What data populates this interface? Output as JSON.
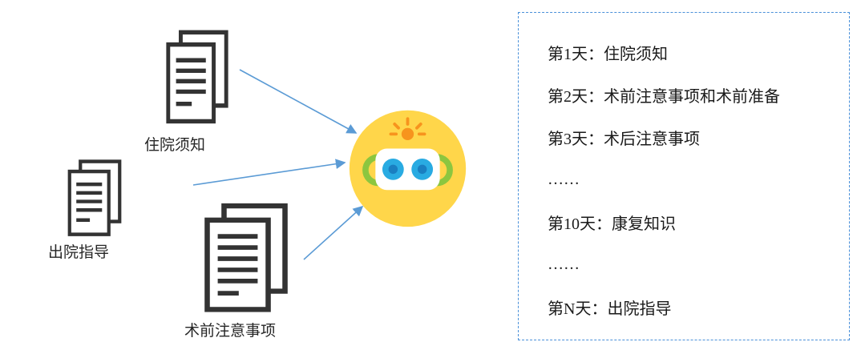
{
  "documents": [
    {
      "label": "住院须知"
    },
    {
      "label": "出院指导"
    },
    {
      "label": "术前注意事项"
    }
  ],
  "robot": {
    "name": "chatbot-robot"
  },
  "schedule": {
    "items": [
      "第1天：住院须知",
      "第2天：术前注意事项和术前准备",
      "第3天：术后注意事项",
      "……",
      "第10天：康复知识",
      "……",
      "第N天：出院指导"
    ]
  },
  "colors": {
    "document_stroke": "#333333",
    "arrow_blue": "#5b9bd5",
    "box_border_blue": "#4a90d9",
    "robot_yellow": "#ffd64a",
    "robot_eye_cyan": "#29abe2",
    "robot_eye_pupil": "#1a7fc1",
    "robot_antenna_orange": "#f7941d",
    "robot_ear_green": "#8cc63f",
    "text": "#1a1a1a"
  }
}
